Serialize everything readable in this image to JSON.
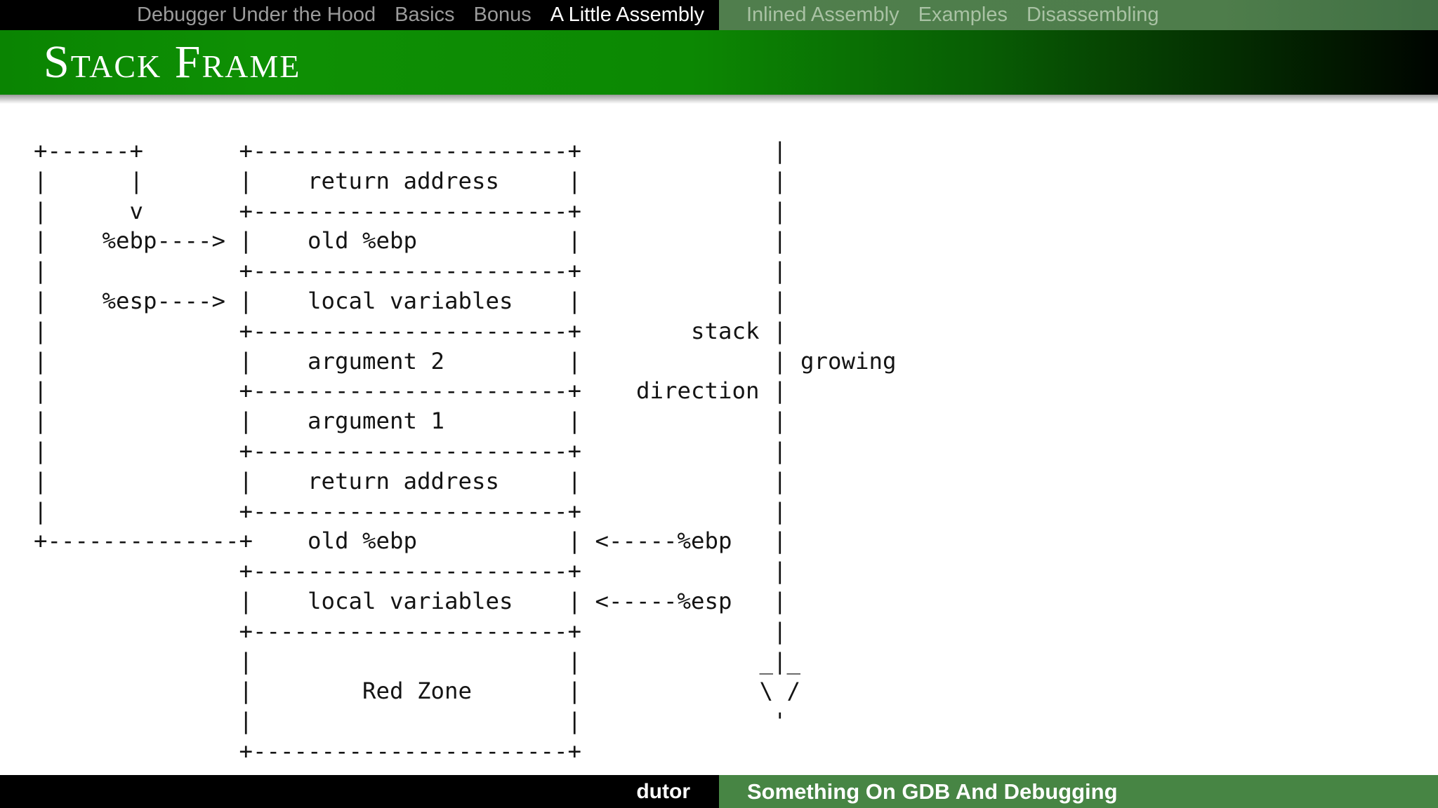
{
  "nav": {
    "left": {
      "bg": "#000000",
      "items": [
        {
          "label": "Debugger Under the Hood",
          "active": false
        },
        {
          "label": "Basics",
          "active": false
        },
        {
          "label": "Bonus",
          "active": false
        },
        {
          "label": "A Little Assembly",
          "active": true
        }
      ]
    },
    "right": {
      "bg": "#4e7d4b",
      "items": [
        {
          "label": "Inlined Assembly",
          "active": false
        },
        {
          "label": "Examples",
          "active": false
        },
        {
          "label": "Disassembling",
          "active": false
        }
      ]
    }
  },
  "title": {
    "text": "Stack Frame",
    "bg_from": "#0e9004",
    "bg_to": "#000000",
    "text_color": "#ffffff"
  },
  "diagram": {
    "lines": [
      "+------+       +-----------------------+              |",
      "|      |       |    return address     |              |",
      "|      v       +-----------------------+              |",
      "|    %ebp----> |    old %ebp           |              |",
      "|              +-----------------------+              |",
      "|    %esp----> |    local variables    |              |",
      "|              +-----------------------+        stack |",
      "|              |    argument 2         |              | growing",
      "|              +-----------------------+    direction |",
      "|              |    argument 1         |              |",
      "|              +-----------------------+              |",
      "|              |    return address     |              |",
      "|              +-----------------------+              |",
      "+--------------+    old %ebp           | <-----%ebp   |",
      "               +-----------------------+              |",
      "               |    local variables    | <-----%esp   |",
      "               +-----------------------+              |",
      "               |                       |             _|_",
      "               |        Red Zone       |             \\ /",
      "               |                       |              '",
      "               +-----------------------+"
    ]
  },
  "footer": {
    "author": "dutor",
    "presentation_title": "Something On GDB And Debugging",
    "left_bg": "#000000",
    "right_bg": "#478544"
  }
}
